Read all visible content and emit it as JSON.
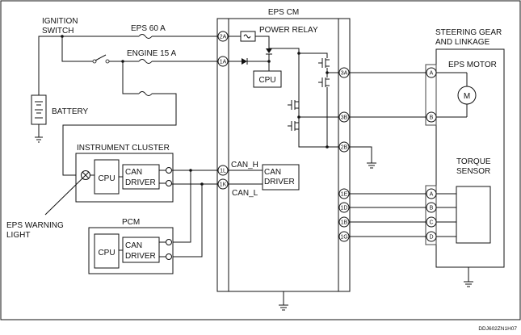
{
  "labels": {
    "ignition_switch_l1": "IGNITION",
    "ignition_switch_l2": "SWITCH",
    "eps_fuse": "EPS 60 A",
    "engine_fuse": "ENGINE 15 A",
    "battery": "BATTERY",
    "eps_cm": "EPS CM",
    "power_relay": "POWER RELAY",
    "cpu_eps": "CPU",
    "steering_l1": "STEERING GEAR",
    "steering_l2": "AND LINKAGE",
    "eps_motor": "EPS MOTOR",
    "motor_symbol": "M",
    "torque_l1": "TORQUE",
    "torque_l2": "SENSOR",
    "instrument_cluster": "INSTRUMENT CLUSTER",
    "cpu_ic": "CPU",
    "can_driver_ic_l1": "CAN",
    "can_driver_ic_l2": "DRIVER",
    "can_h": "CAN_H",
    "can_l": "CAN_L",
    "can_driver_eps_l1": "CAN",
    "can_driver_eps_l2": "DRIVER",
    "eps_warning_l1": "EPS WARNING",
    "eps_warning_l2": "LIGHT",
    "pcm": "PCM",
    "cpu_pcm": "CPU",
    "can_driver_pcm_l1": "CAN",
    "can_driver_pcm_l2": "DRIVER",
    "figure_code": "DDJ602ZN1H07"
  },
  "pins": {
    "p2a": "2A",
    "p1a": "1A",
    "p1l": "1L",
    "p1k": "1K",
    "p3a": "3A",
    "p3b": "3B",
    "p2b": "2B",
    "p1e": "1E",
    "p1d": "1D",
    "p1b": "1B",
    "p1g": "1G",
    "m_a": "A",
    "m_b": "B",
    "t_a": "A",
    "t_b": "B",
    "t_c": "C",
    "t_d": "D"
  }
}
